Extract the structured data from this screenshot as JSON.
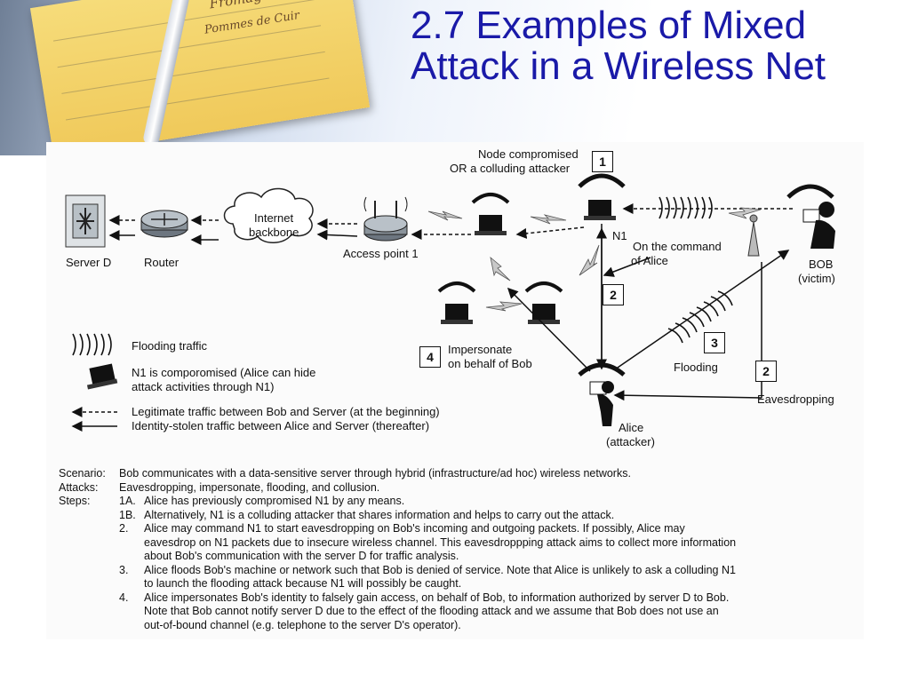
{
  "slide": {
    "title_line1": "2.7 Examples of Mixed",
    "title_line2": "Attack in a Wireless Net",
    "banner_scribble1": "Fromages",
    "banner_scribble2": "Pommes de Cuir"
  },
  "diagram": {
    "labels": {
      "server_d": "Server D",
      "router": "Router",
      "internet_backbone_1": "Internet",
      "internet_backbone_2": "backbone",
      "access_point": "Access point 1",
      "node_compromised_1": "Node compromised",
      "node_compromised_2": "OR a colluding attacker",
      "n1": "N1",
      "on_command_1": "On the command",
      "on_command_2": "of Alice",
      "bob_1": "BOB",
      "bob_2": "(victim)",
      "impersonate_1": "Impersonate",
      "impersonate_2": "on behalf of Bob",
      "flooding": "Flooding",
      "eavesdropping": "Eavesdropping",
      "alice_1": "Alice",
      "alice_2": "(attacker)"
    },
    "step_boxes": {
      "box1": "1",
      "box2a": "2",
      "box3": "3",
      "box2b": "2",
      "box4": "4"
    },
    "legend": {
      "flooding": "Flooding traffic",
      "compromised_1": "N1 is comporomised (Alice can hide",
      "compromised_2": "attack activities through N1)",
      "legitimate": "Legitimate traffic between Bob and Server (at the beginning)",
      "identity_stolen": "Identity-stolen traffic between Alice and Server (thereafter)"
    }
  },
  "scenario": {
    "scenario_key": "Scenario:",
    "scenario_text": "Bob communicates with a data-sensitive server through hybrid (infrastructure/ad hoc) wireless networks.",
    "attacks_key": "Attacks:",
    "attacks_text": "Eavesdropping, impersonate, flooding, and collusion.",
    "steps_key": "Steps:",
    "steps": [
      {
        "n": "1A.",
        "text": "Alice has previously compromised N1 by any means."
      },
      {
        "n": "1B.",
        "text": "Alternatively, N1 is a colluding attacker that shares information and helps to carry out the attack."
      },
      {
        "n": "2.",
        "text": "Alice may command N1 to start eavesdropping on Bob's incoming and outgoing packets.  If possibly, Alice may"
      },
      {
        "n": "",
        "text": "eavesdrop on N1 packets due to insecure wireless channel.  This eavesdroppping attack aims to collect more information"
      },
      {
        "n": "",
        "text": "about Bob's communication with the server D for traffic analysis."
      },
      {
        "n": "3.",
        "text": "Alice floods Bob's machine or network such that Bob is denied of service.  Note that Alice is unlikely to ask a colluding N1"
      },
      {
        "n": "",
        "text": "to launch the flooding attack because N1 will possibly be caught."
      },
      {
        "n": "4.",
        "text": "Alice impersonates Bob's identity to falsely gain access, on behalf of Bob, to information authorized by server D to Bob."
      },
      {
        "n": "",
        "text": "Note that Bob cannot notify server D due to the effect of the flooding attack and we assume that Bob does not use an"
      },
      {
        "n": "",
        "text": "out-of-bound channel (e.g. telephone to the server D's operator)."
      }
    ]
  }
}
